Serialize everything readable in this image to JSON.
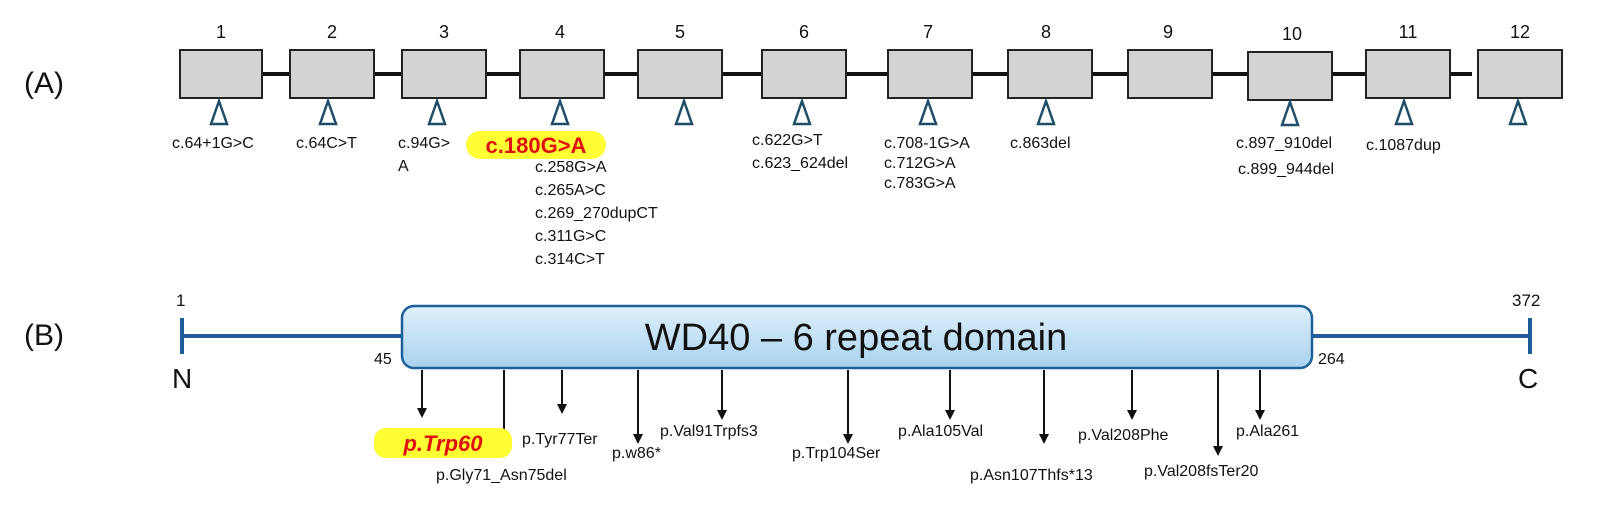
{
  "panels": {
    "a": "(A)",
    "b": "(B)"
  },
  "exons": [
    "1",
    "2",
    "3",
    "4",
    "5",
    "6",
    "7",
    "8",
    "9",
    "10",
    "11",
    "12"
  ],
  "dna_mutations": [
    {
      "exon": 0,
      "lines": [
        "c.64+1G>C"
      ]
    },
    {
      "exon": 1,
      "lines": [
        "c.64C>T"
      ]
    },
    {
      "exon": 2,
      "lines": [
        "c.94G>",
        "A"
      ]
    },
    {
      "exon": 3,
      "highlight": "c.180G>A",
      "lines": [
        "c.258G>A",
        "c.265A>C",
        "c.269_270dupCT",
        "c.311G>C",
        "c.314C>T"
      ]
    },
    {
      "exon": 4,
      "lines": []
    },
    {
      "exon": 5,
      "lines": [
        "c.622G>T",
        "c.623_624del"
      ]
    },
    {
      "exon": 6,
      "lines": [
        "c.708-1G>A",
        "c.712G>A",
        "c.783G>A"
      ]
    },
    {
      "exon": 7,
      "lines": [
        "c.863del"
      ]
    },
    {
      "exon": 9,
      "lines": [
        "c.897_910del",
        "c.899_944del"
      ]
    },
    {
      "exon": 10,
      "lines": [
        "c.1087dup"
      ]
    },
    {
      "exon": 11,
      "lines": []
    }
  ],
  "protein": {
    "start": "1",
    "end": "372",
    "n_term": "N",
    "c_term": "C",
    "domain_label": "WD40 – 6 repeat domain",
    "domain_start": "45",
    "domain_end": "264",
    "mutations": [
      {
        "label": "p.Trp60",
        "highlight": true
      },
      {
        "label": "p.Gly71_Asn75del"
      },
      {
        "label": "p.Tyr77Ter"
      },
      {
        "label": "p.w86*"
      },
      {
        "label": "p.Val91Trpfs3"
      },
      {
        "label": "p.Trp104Ser"
      },
      {
        "label": "p.Ala105Val"
      },
      {
        "label": "p.Asn107Thfs*13"
      },
      {
        "label": "p.Val208Phe"
      },
      {
        "label": "p.Val208fsTer20"
      },
      {
        "label": "p.Ala261"
      }
    ]
  },
  "colors": {
    "exon_fill": "#d3d3d3",
    "line_blue": "#1f5f99",
    "domain_top": "#dff0fb",
    "domain_bottom": "#a9d2ee",
    "highlight_bg": "#ffff33",
    "highlight_text": "#e01010"
  }
}
